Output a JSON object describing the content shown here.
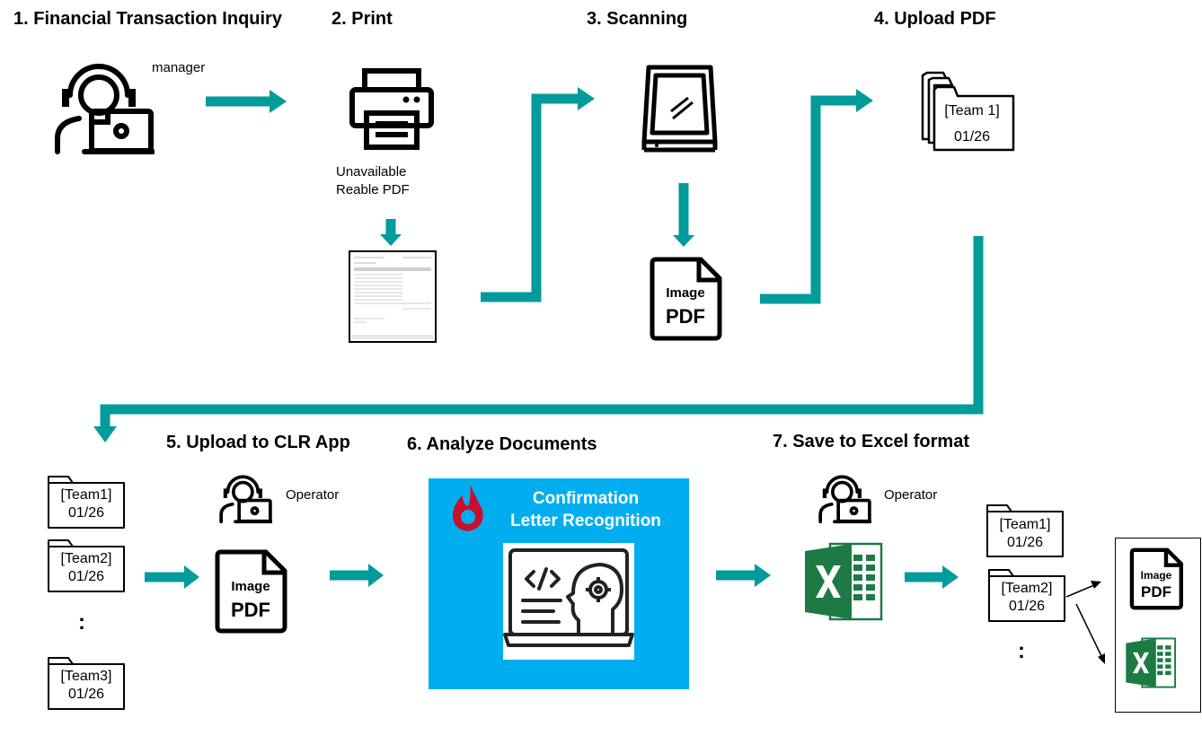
{
  "steps": {
    "s1": "1.  Financial Transaction Inquiry",
    "s2": "2. Print",
    "s3": "3. Scanning",
    "s4": "4. Upload PDF",
    "s5": "5. Upload to CLR App",
    "s6": "6. Analyze Documents",
    "s7": "7. Save to Excel format"
  },
  "labels": {
    "manager": "manager",
    "unavailable_line1": "Unavailable",
    "unavailable_line2": "Reable PDF",
    "operator_5": "Operator",
    "operator_7": "Operator"
  },
  "upload_folder": {
    "line1": "[Team 1]",
    "line2": "01/26"
  },
  "left_folders": [
    {
      "team": "[Team1]",
      "date": "01/26"
    },
    {
      "team": "[Team2]",
      "date": "01/26"
    },
    {
      "team": "[Team3]",
      "date": "01/26"
    }
  ],
  "right_folders": [
    {
      "team": "[Team1]",
      "date": "01/26"
    },
    {
      "team": "[Team2]",
      "date": "01/26"
    }
  ],
  "pdf_icon": {
    "line1": "Image",
    "line2": "PDF"
  },
  "clr": {
    "line1": "Confirmation",
    "line2": "Letter Recognition"
  },
  "ellipsis": ":",
  "colors": {
    "arrow": "#009b9b",
    "clr_bg": "#00aeef",
    "excel": "#1d7a45",
    "flame": "#c8102e"
  },
  "icons": [
    "headset-user-icon",
    "printer-icon",
    "document-icon",
    "scanner-icon",
    "pdf-file-icon",
    "folder-stack-icon",
    "folder-icon",
    "flame-logo-icon",
    "code-ai-laptop-icon",
    "excel-icon"
  ]
}
